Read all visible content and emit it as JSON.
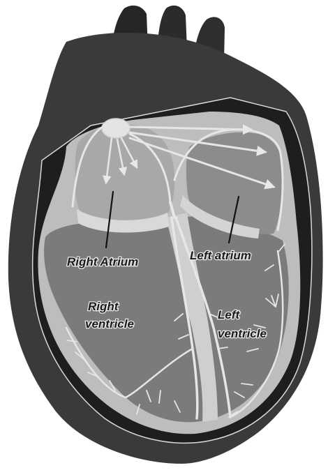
{
  "figure": {
    "subject": "heart conduction system cross-section",
    "labels": {
      "right_atrium": "Right Atrium",
      "left_atrium": "Left atrium",
      "right_ventricle_line1": "Right",
      "right_ventricle_line2": "ventricle",
      "left_ventricle_line1": "Left",
      "left_ventricle_line2": "ventricle"
    },
    "colors": {
      "outer_wall": "#3a3a3a",
      "vessels": "#262626",
      "pericardium_band": "#1e1e1e",
      "myocardium": "#bdbdbd",
      "chamber_fill": "#7b7b7b",
      "atrium_fill": "#a8a8a8",
      "conduction_paths": "#e6e6e6",
      "label_text": "#1a1a1a"
    }
  }
}
